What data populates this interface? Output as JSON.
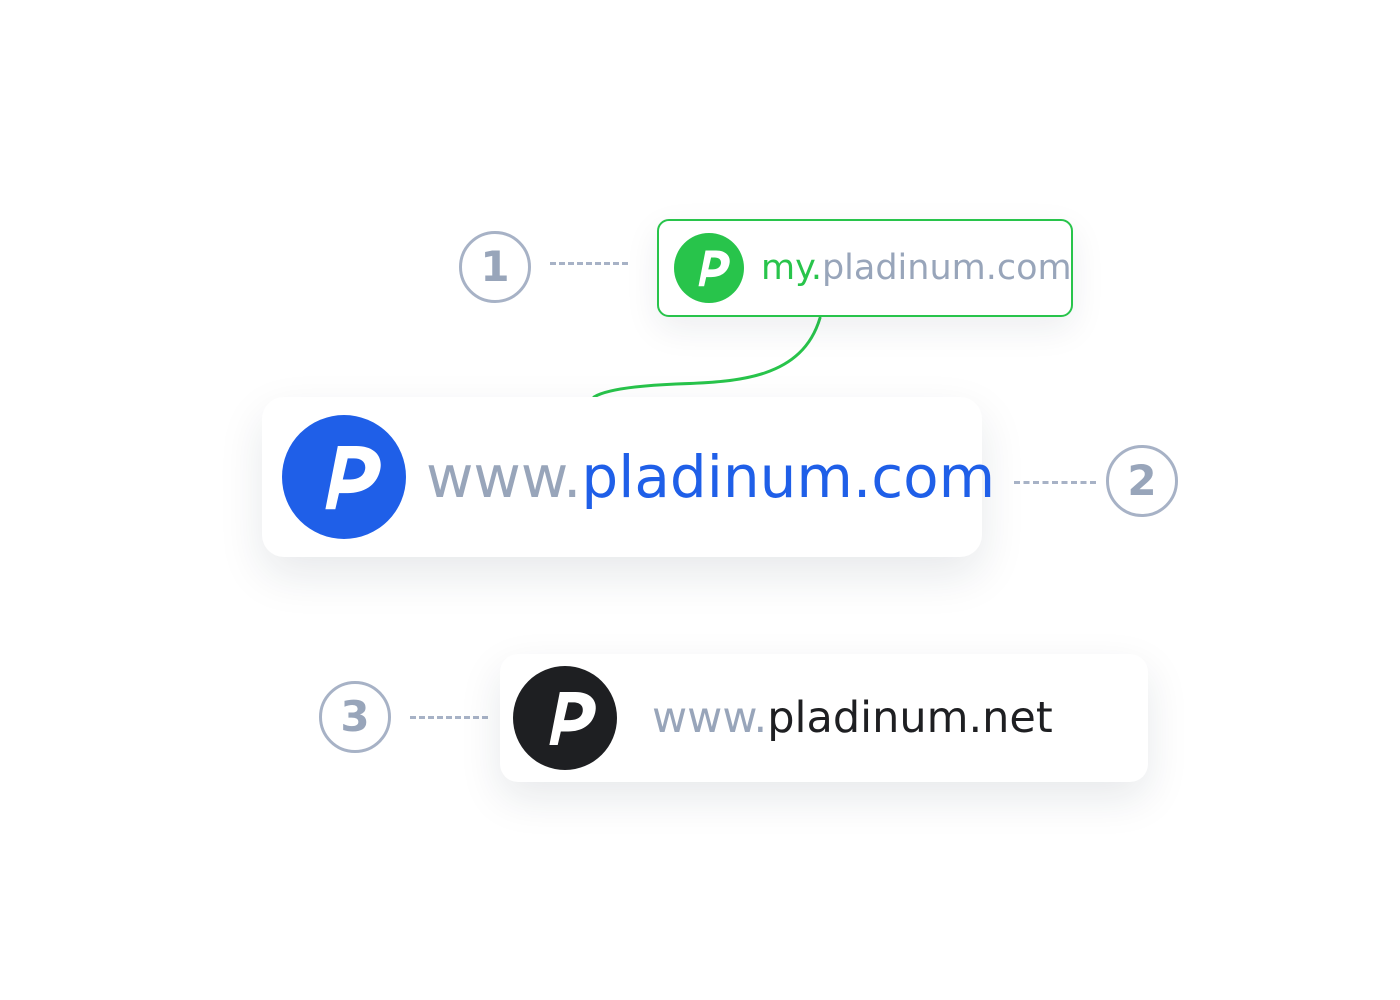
{
  "colors": {
    "green": "#28c44b",
    "blue": "#1f5fe8",
    "black": "#1e1f22",
    "muted": "#98a5ba",
    "outline": "#a7b2c6",
    "white": "#ffffff"
  },
  "steps": [
    {
      "number": "1",
      "domain_prefix": "my.",
      "domain_main": "pladinum.com",
      "icon": "green-p-logo-icon"
    },
    {
      "number": "2",
      "domain_prefix": "www.",
      "domain_main": "pladinum.com",
      "icon": "blue-p-logo-icon"
    },
    {
      "number": "3",
      "domain_prefix": "www.",
      "domain_main": "pladinum.net",
      "icon": "black-p-logo-icon"
    }
  ]
}
